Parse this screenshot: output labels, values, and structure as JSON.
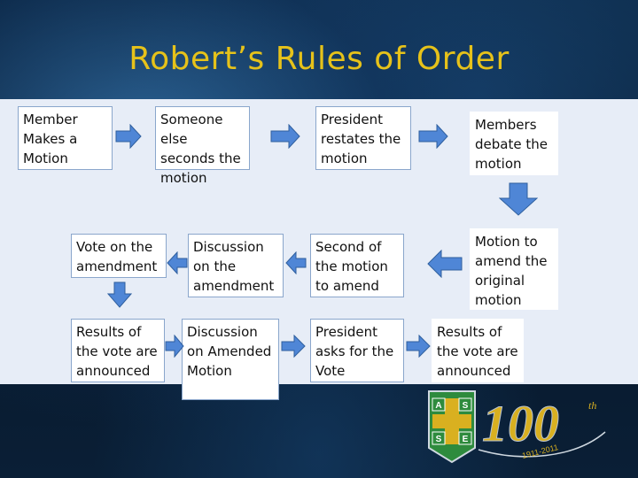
{
  "slide": {
    "title": "Robert’s Rules of Order"
  },
  "boxes": {
    "member_makes_motion": "Member Makes a Motion",
    "someone_seconds": "Someone else seconds the motion",
    "president_restates": "President restates the motion",
    "members_debate": "Members debate the motion",
    "motion_to_amend": "Motion to amend the original motion",
    "second_to_amend": "Second of the motion to amend",
    "discussion_amendment": "Discussion on the amendment",
    "vote_amendment": "Vote on the amendment",
    "results_first": "Results of the vote are announced",
    "discussion_amended": "Discussion on Amended Motion",
    "president_asks_vote": "President asks for the Vote",
    "results_final": "Results of the vote are announced"
  },
  "logo": {
    "letters": [
      "A",
      "S",
      "S",
      "E"
    ],
    "number": "100",
    "years": "1911-2011",
    "suffix": "th"
  },
  "colors": {
    "title": "#e6c21a",
    "arrow": "#4f86d6",
    "band": "#e7edf7",
    "logo_green": "#2e8b3d",
    "logo_gold": "#d9b020"
  }
}
